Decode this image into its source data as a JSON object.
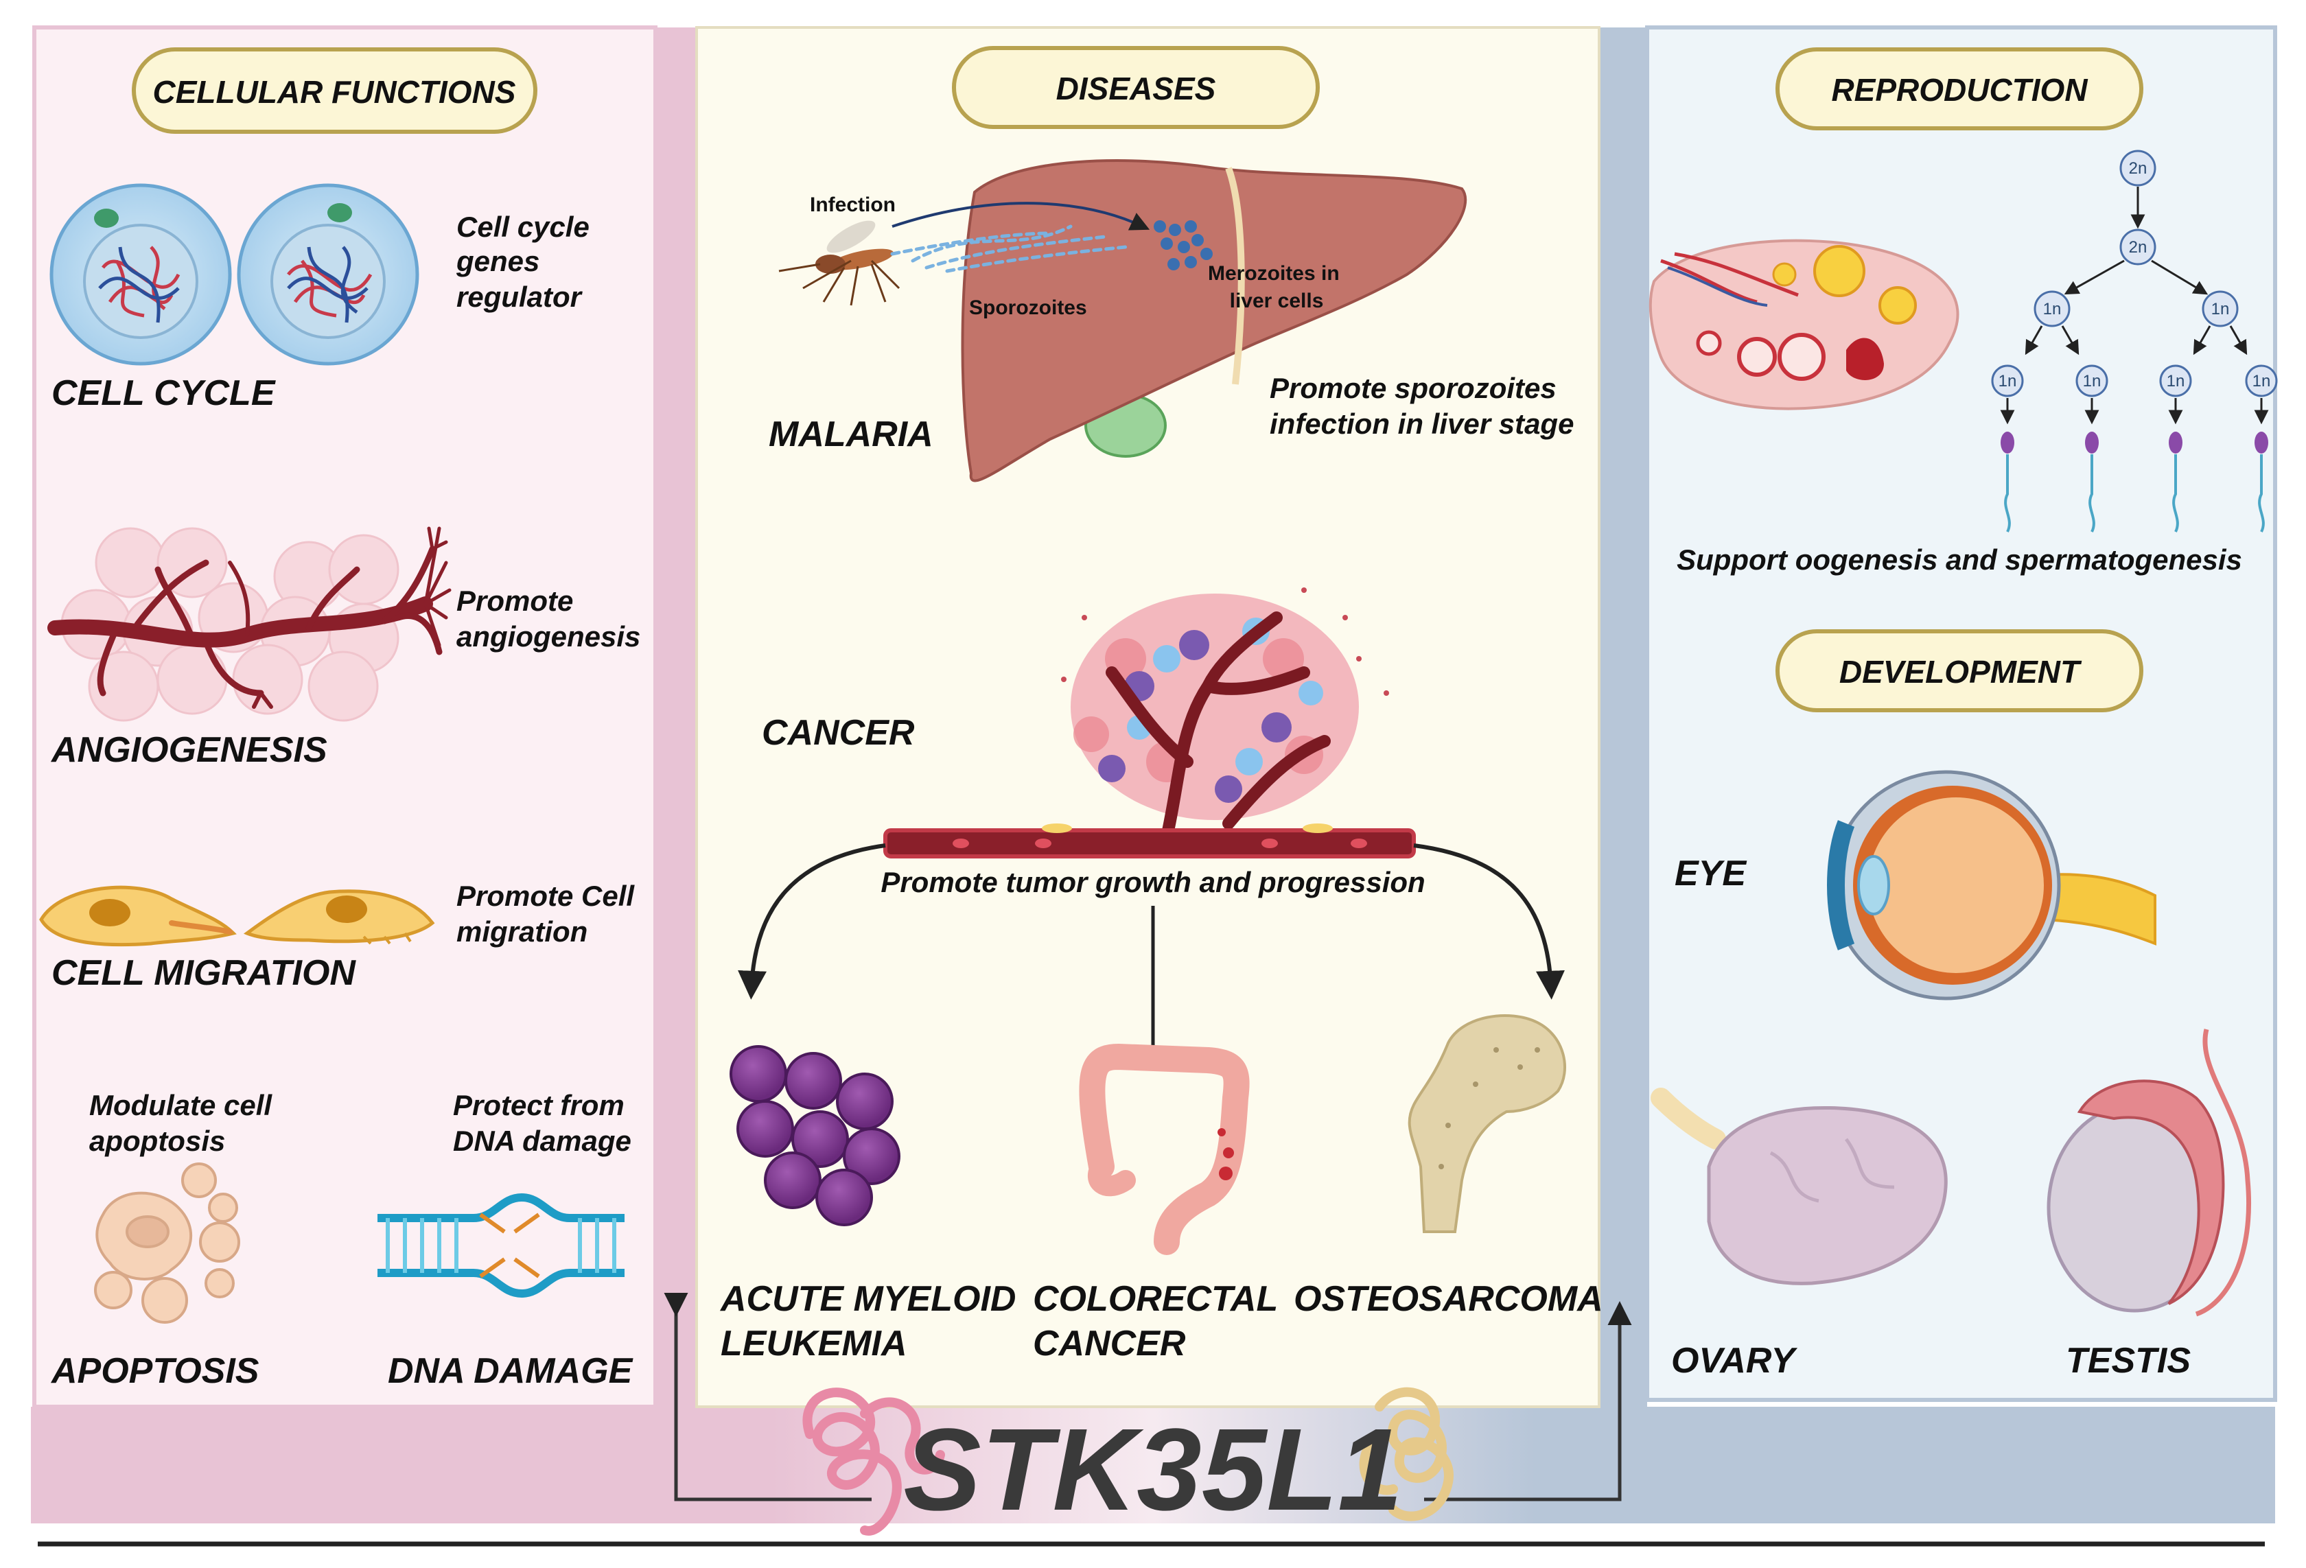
{
  "colors": {
    "left_panel": "#fcf0f4",
    "middle_panel": "#fdfbee",
    "right_panel": "#eef5f9",
    "pink_band": "#e8c3d5",
    "blue_band": "#b7c6d8",
    "pill_fill": "#fcf6d6",
    "pill_stroke": "#b8a24f",
    "arrow": "#222222"
  },
  "icons": [
    "cell-nucleus-icon",
    "blood-vessel-icon",
    "fibroblast-icon",
    "apoptotic-cell-icon",
    "dna-helix-icon",
    "mosquito-icon",
    "liver-icon",
    "tumor-icon",
    "leukemia-cells-icon",
    "colon-icon",
    "femur-bone-icon",
    "ovary-follicle-icon",
    "meiosis-tree-icon",
    "sperm-icon",
    "eye-icon",
    "ovary-organ-icon",
    "testis-icon",
    "gene-coil-icon"
  ],
  "cellular": {
    "header": "CELLULAR FUNCTIONS",
    "cell_cycle": {
      "title": "CELL CYCLE",
      "desc": [
        "Cell cycle",
        "genes",
        "regulator"
      ]
    },
    "angiogenesis": {
      "title": "ANGIOGENESIS",
      "desc": [
        "Promote",
        "angiogenesis"
      ]
    },
    "migration": {
      "title": "CELL MIGRATION",
      "desc": [
        "Promote Cell",
        "migration"
      ]
    },
    "apoptosis": {
      "title": "APOPTOSIS",
      "desc": [
        "Modulate cell",
        "apoptosis"
      ]
    },
    "dna": {
      "title": "DNA DAMAGE",
      "desc": [
        "Protect from",
        "DNA damage"
      ]
    }
  },
  "diseases": {
    "header": "DISEASES",
    "malaria": {
      "title": "MALARIA",
      "infection_label": "Infection",
      "sporozoites_label": "Sporozoites",
      "merozoites_label": [
        "Merozoites in",
        "liver cells"
      ],
      "desc": [
        "Promote sporozoites",
        "infection in liver stage"
      ]
    },
    "cancer": {
      "title": "CANCER",
      "desc": "Promote tumor growth and progression",
      "aml": [
        "ACUTE MYELOID",
        "LEUKEMIA"
      ],
      "colorectal": [
        "COLORECTAL",
        "CANCER"
      ],
      "osteosarcoma": "OSTEOSARCOMA"
    }
  },
  "reproduction": {
    "header": "REPRODUCTION",
    "desc": "Support oogenesis and spermatogenesis",
    "ploidy_2n": "2n",
    "ploidy_1n": "1n"
  },
  "development": {
    "header": "DEVELOPMENT",
    "eye": "EYE",
    "ovary": "OVARY",
    "testis": "TESTIS"
  },
  "gene": {
    "name": "STK35L1"
  }
}
